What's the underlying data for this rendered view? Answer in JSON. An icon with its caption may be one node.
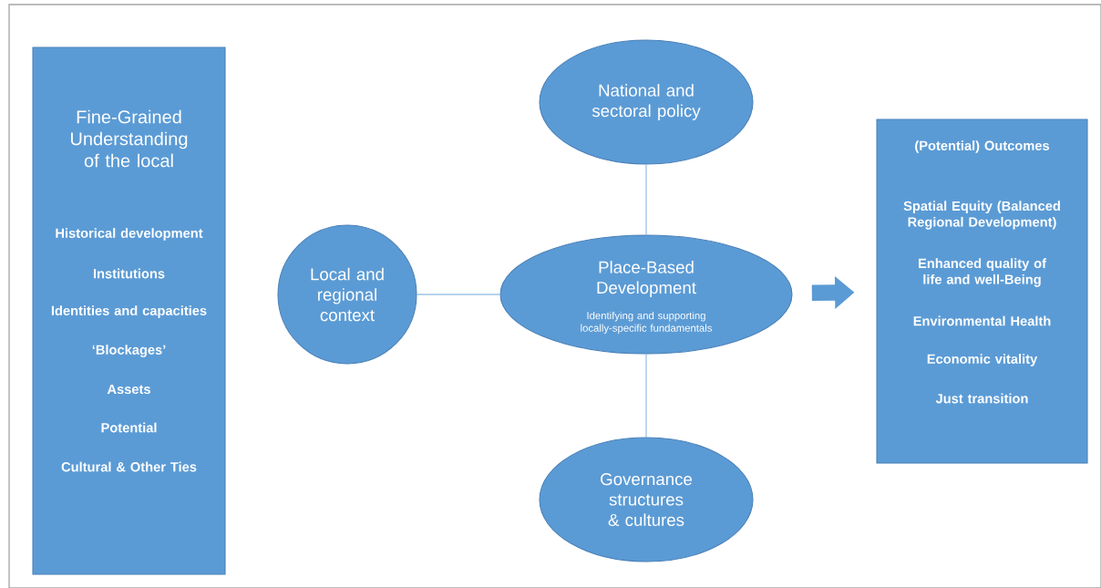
{
  "diagram": {
    "nodes": [
      {
        "text": [
          "Fine-Grained Understanding of the local",
          "Historical development",
          "Institutions",
          "Identities and capacities",
          "‘Blockages’",
          "Assets",
          "Potential",
          "Cultural & Other Ties"
        ]
      },
      {
        "text": [
          "National and sectoral policy"
        ]
      },
      {
        "text": [
          "Local and regional context"
        ]
      },
      {
        "text": [
          "Place-Based Development",
          "Identifying  and supporting locally-specific fundamentals"
        ]
      },
      {
        "text": [
          "Governance structures & cultures"
        ]
      },
      {
        "text": [
          "(Potential) Outcomes",
          "Spatial Equity (Balanced Regional Development)",
          "Enhanced quality of life and well-Being",
          "Environmental Health",
          "Economic vitality",
          "Just transition"
        ]
      }
    ],
    "edges": [
      {
        "from": 1,
        "to": 3,
        "arrow": "none"
      },
      {
        "from": 2,
        "to": 3,
        "arrow": "none"
      },
      {
        "from": 3,
        "to": 4,
        "arrow": "none"
      },
      {
        "from": 3,
        "to": 5,
        "arrow": "to",
        "style": "thick",
        "color": "#5b9bd5"
      }
    ]
  }
}
